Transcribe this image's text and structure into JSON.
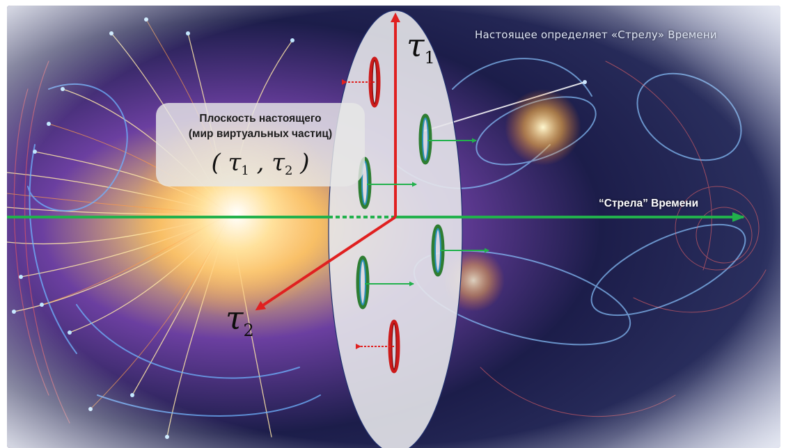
{
  "caption": "Настоящее определяет «Стрелу» Времени",
  "plane": {
    "title_line1": "Плоскость настоящего",
    "title_line2": "(мир виртуальных частиц)",
    "formula_open": "(",
    "formula_tau1": "τ",
    "formula_sub1": "1",
    "formula_comma": " , ",
    "formula_tau2": "τ",
    "formula_sub2": "2",
    "formula_close": ")"
  },
  "time_arrow_label": "“Стрела” Времени",
  "axes": {
    "tau1_symbol": "τ",
    "tau1_sub": "1",
    "tau2_symbol": "τ",
    "tau2_sub": "2"
  },
  "colors": {
    "time_arrow": "#22b14c",
    "tau_axes": "#e02020",
    "virtual_particle": "#cc1a1a",
    "real_particle": "#2e7d32",
    "plane_fill": "#e6e6ea"
  }
}
